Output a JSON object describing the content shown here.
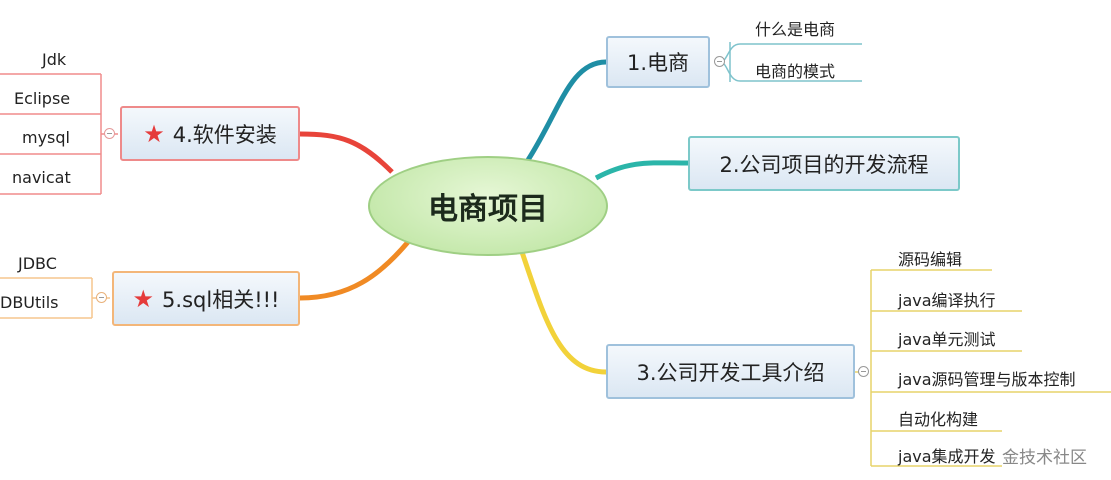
{
  "center": "电商项目",
  "topics": [
    {
      "label": "1.电商",
      "children": [
        "什么是电商",
        "电商的模式"
      ]
    },
    {
      "label": "2.公司项目的开发流程",
      "children": []
    },
    {
      "label": "3.公司开发工具介绍",
      "children": [
        "源码编辑",
        "java编译执行",
        "java单元测试",
        "java源码管理与版本控制",
        "自动化构建",
        "java集成开发"
      ]
    },
    {
      "label": "4.软件安装",
      "starred": true,
      "children": [
        "Jdk",
        "Eclipse",
        "mysql",
        "navicat"
      ]
    },
    {
      "label": "5.sql相关!!!",
      "starred": true,
      "children": [
        "JDBC",
        "DBUtils"
      ]
    }
  ],
  "watermark": "金技术社区",
  "colors": {
    "branch1": "#1f8ea5",
    "branch2": "#2bb5a9",
    "branch3": "#f2d23a",
    "branch4": "#e8443a",
    "branch5": "#f08a24",
    "center_fill": "#c9ecae"
  }
}
